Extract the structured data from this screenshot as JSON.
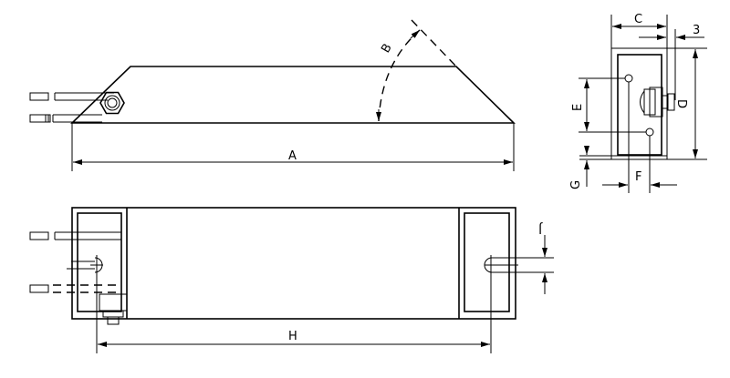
{
  "labels": {
    "a": "A",
    "b": "B",
    "c": "C",
    "three": "3",
    "d": "D",
    "e": "E",
    "f": "F",
    "g": "G",
    "h": "H",
    "j": "J"
  }
}
